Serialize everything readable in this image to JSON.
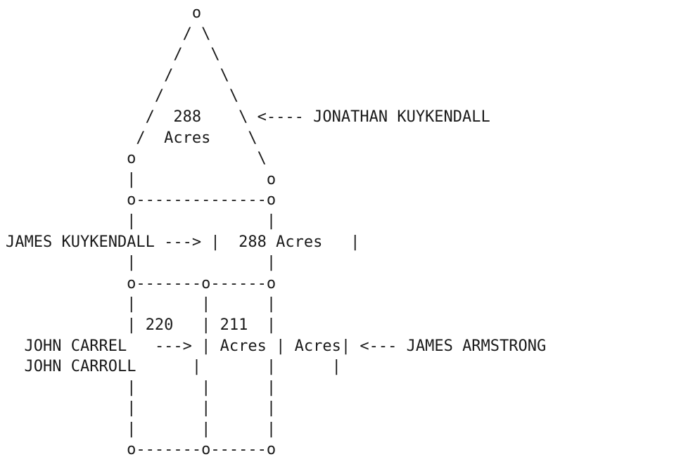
{
  "title": "",
  "diagram": {
    "type": "ascii-land-plat",
    "lines": [
      "                    o",
      "                   / \\",
      "                  /   \\",
      "                 /     \\",
      "                /       \\",
      "               /  288    \\ <---- JONATHAN KUYKENDALL",
      "              /  Acres    \\",
      "             o             \\",
      "             |              o",
      "             o--------------o",
      "             |              |",
      "JAMES KUYKENDALL ---> |  288 Acres   |",
      "             |              |",
      "             o-------o------o",
      "             |       |      |",
      "             | 220   | 211  |",
      "  JOHN CARREL   ---> | Acres | Acres| <--- JAMES ARMSTRONG",
      "  JOHN CARROLL      |       |      |",
      "             |       |      |",
      "             |       |      |",
      "             |       |      |",
      "             o-------o------o"
    ]
  },
  "tracts": [
    {
      "acres": "288",
      "unit": "Acres",
      "owner": "JONATHAN KUYKENDALL"
    },
    {
      "acres": "288",
      "unit": "Acres",
      "owner": "JAMES KUYKENDALL"
    },
    {
      "acres": "220",
      "unit": "Acres",
      "owner": "JOHN CARREL / JOHN CARROLL"
    },
    {
      "acres": "211",
      "unit": "Acres",
      "owner": "JAMES ARMSTRONG"
    }
  ]
}
